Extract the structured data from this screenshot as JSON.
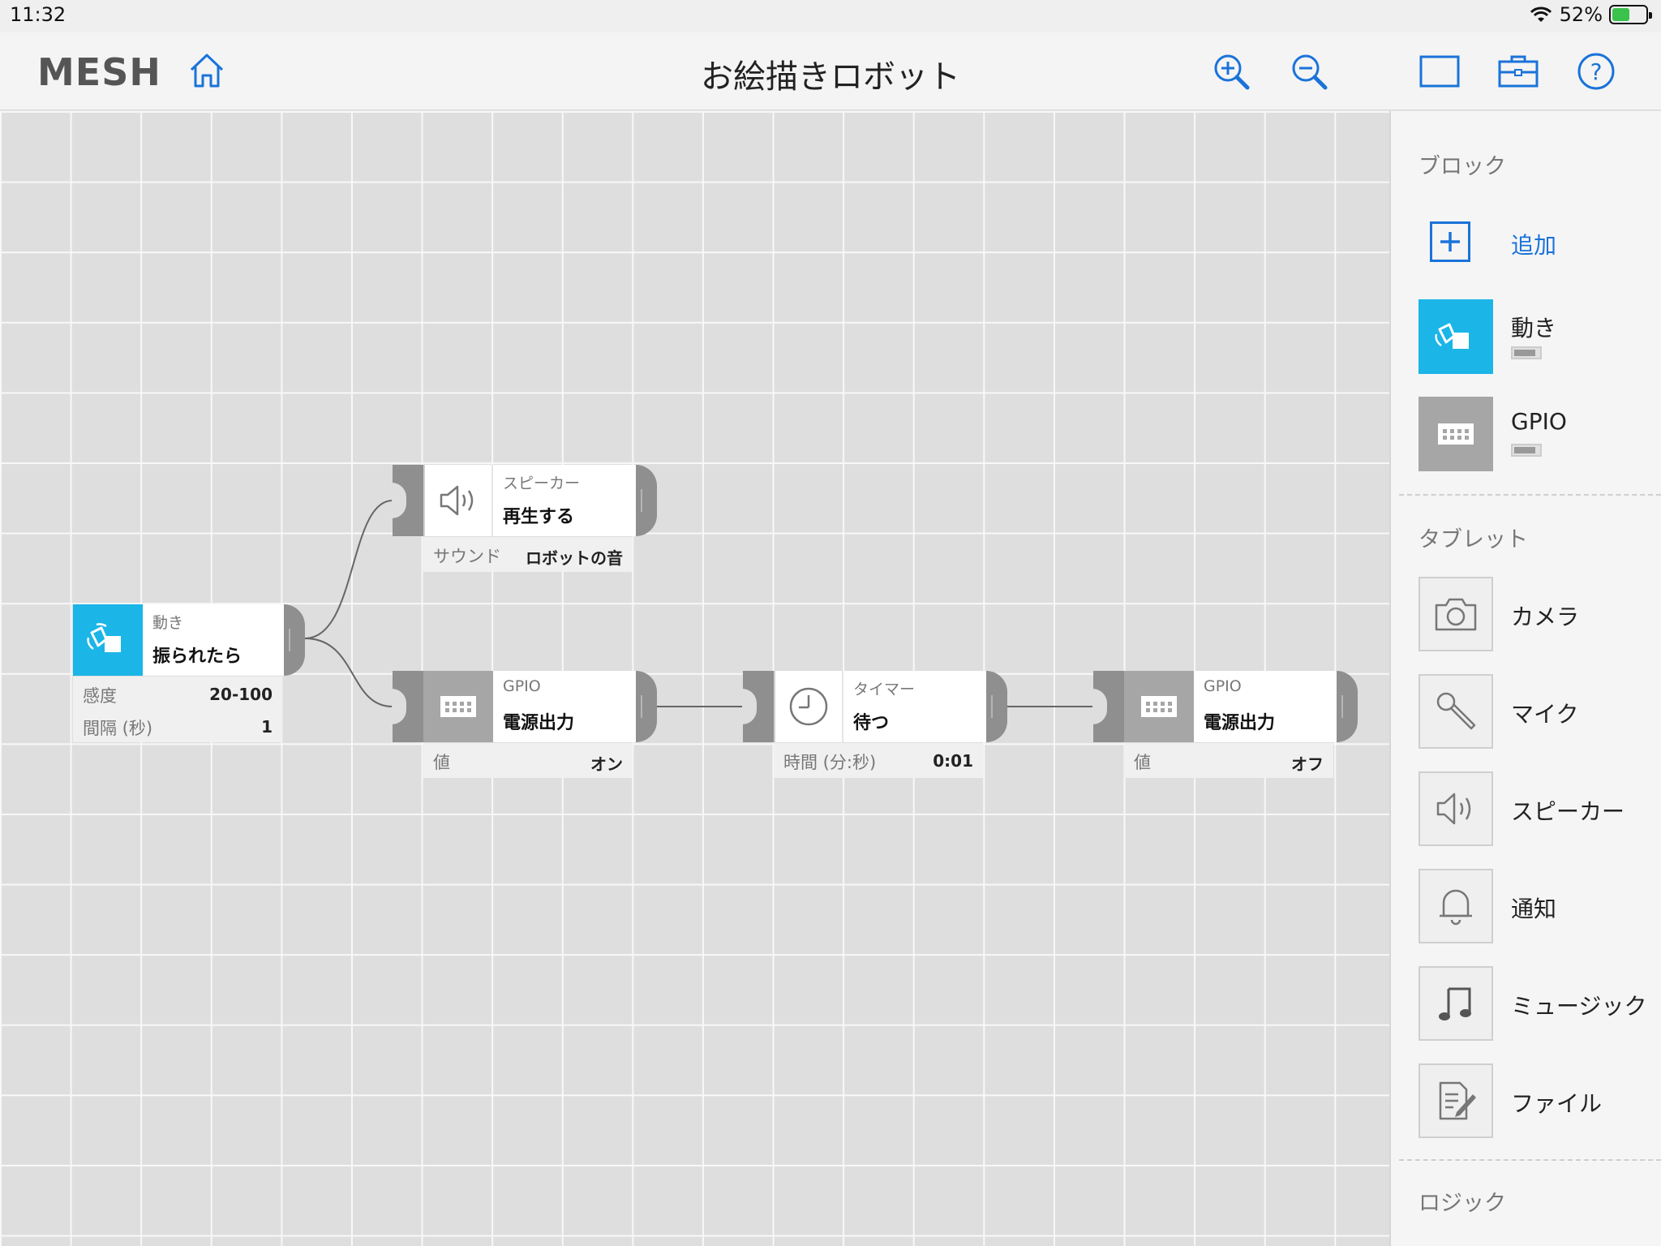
{
  "status_bar": {
    "time": "11:32",
    "battery_percent": "52%",
    "battery_level": 0.52
  },
  "header": {
    "logo": "MESH",
    "title": "お絵描きロボット",
    "icons": [
      "home-icon",
      "zoom-in-icon",
      "zoom-out-icon",
      "canvas-frame-icon",
      "toolbox-icon",
      "help-icon"
    ],
    "help_glyph": "?"
  },
  "colors": {
    "accent": "#1a73d9",
    "motion": "#1bb5e8",
    "gpio": "#a6a6a6",
    "connector": "#8f8f8f"
  },
  "canvas": {
    "blocks": {
      "motion": {
        "category": "動き",
        "action": "振られたら",
        "params": [
          {
            "label": "感度",
            "value": "20-100"
          },
          {
            "label": "間隔 (秒)",
            "value": "1"
          }
        ]
      },
      "speaker": {
        "category": "スピーカー",
        "action": "再生する",
        "params": [
          {
            "label": "サウンド",
            "value": "ロボットの音"
          }
        ]
      },
      "gpio_on": {
        "category": "GPIO",
        "action": "電源出力",
        "params": [
          {
            "label": "値",
            "value": "オン"
          }
        ]
      },
      "timer": {
        "category": "タイマー",
        "action": "待つ",
        "params": [
          {
            "label": "時間 (分:秒)",
            "value": "0:01"
          }
        ]
      },
      "gpio_off": {
        "category": "GPIO",
        "action": "電源出力",
        "params": [
          {
            "label": "値",
            "value": "オフ"
          }
        ]
      }
    }
  },
  "sidebar": {
    "blocks_section": {
      "title": "ブロック",
      "add_label": "追加",
      "items": [
        {
          "label": "動き",
          "icon": "motion-icon"
        },
        {
          "label": "GPIO",
          "icon": "gpio-icon"
        }
      ]
    },
    "tablet_section": {
      "title": "タブレット",
      "items": [
        {
          "label": "カメラ",
          "icon": "camera-icon"
        },
        {
          "label": "マイク",
          "icon": "microphone-icon"
        },
        {
          "label": "スピーカー",
          "icon": "speaker-icon"
        },
        {
          "label": "通知",
          "icon": "bell-icon"
        },
        {
          "label": "ミュージック",
          "icon": "music-note-icon"
        },
        {
          "label": "ファイル",
          "icon": "file-edit-icon"
        }
      ]
    },
    "logic_section": {
      "title": "ロジック"
    }
  }
}
